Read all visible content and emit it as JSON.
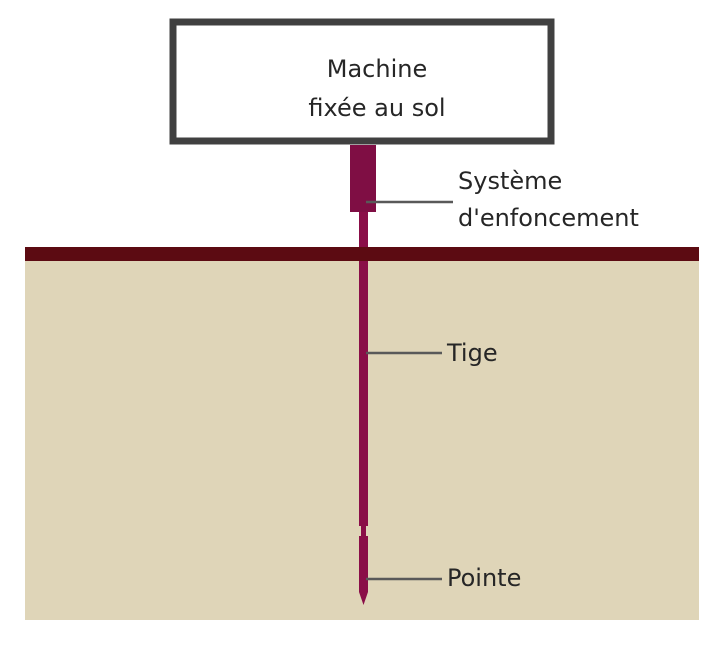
{
  "machine": {
    "line1": "Machine",
    "line2": "fixée au sol"
  },
  "labels": {
    "driving_system_line1": "Système",
    "driving_system_line2": "d'enfoncement",
    "rod": "Tige",
    "tip": "Pointe"
  },
  "colors": {
    "soil": "#dfd5b8",
    "ground_line": "#5c0b12",
    "rod": "#8a0e48",
    "driver": "#7f0e44",
    "box_border": "#404040",
    "leader": "#595959",
    "text": "#262626"
  }
}
